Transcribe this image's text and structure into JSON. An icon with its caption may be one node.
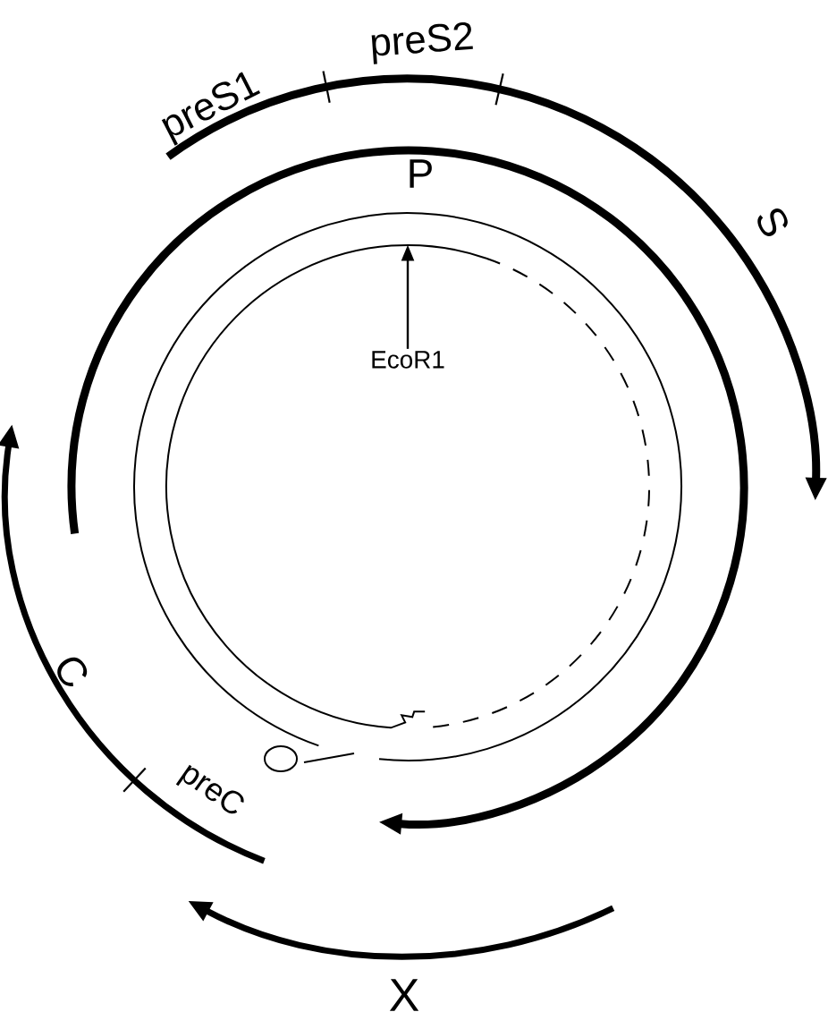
{
  "diagram": {
    "nodes": [
      {
        "text": [
          "EcoR1"
        ],
        "in": 1
      },
      {
        "text": [],
        "shape": "circle"
      }
    ],
    "edges": [
      {
        "from": 0,
        "to": 1,
        "arrow": "to"
      }
    ],
    "labels": [
      "preS1",
      "preS2",
      "P",
      "S",
      "C",
      "preC",
      "X"
    ]
  }
}
